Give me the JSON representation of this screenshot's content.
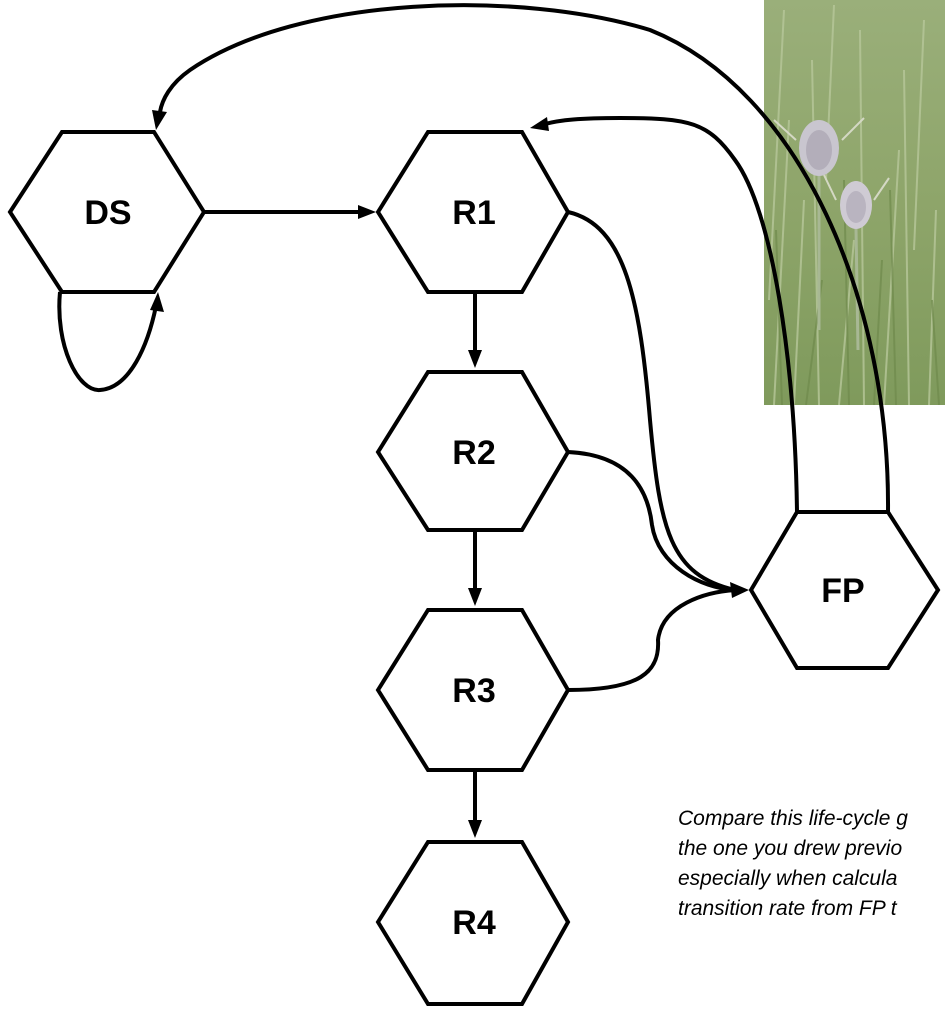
{
  "nodes": {
    "ds": "DS",
    "r1": "R1",
    "r2": "R2",
    "r3": "R3",
    "r4": "R4",
    "fp": "FP"
  },
  "caption": {
    "line1": "Compare this life-cycle g",
    "line2": "the one you drew previo",
    "line3": "especially when calcula",
    "line4": "transition rate from FP t"
  },
  "photo": {
    "subject": "teasel plant photograph"
  },
  "colors": {
    "stroke": "#000000",
    "background": "#ffffff",
    "photo_green": "#8fa46a"
  }
}
